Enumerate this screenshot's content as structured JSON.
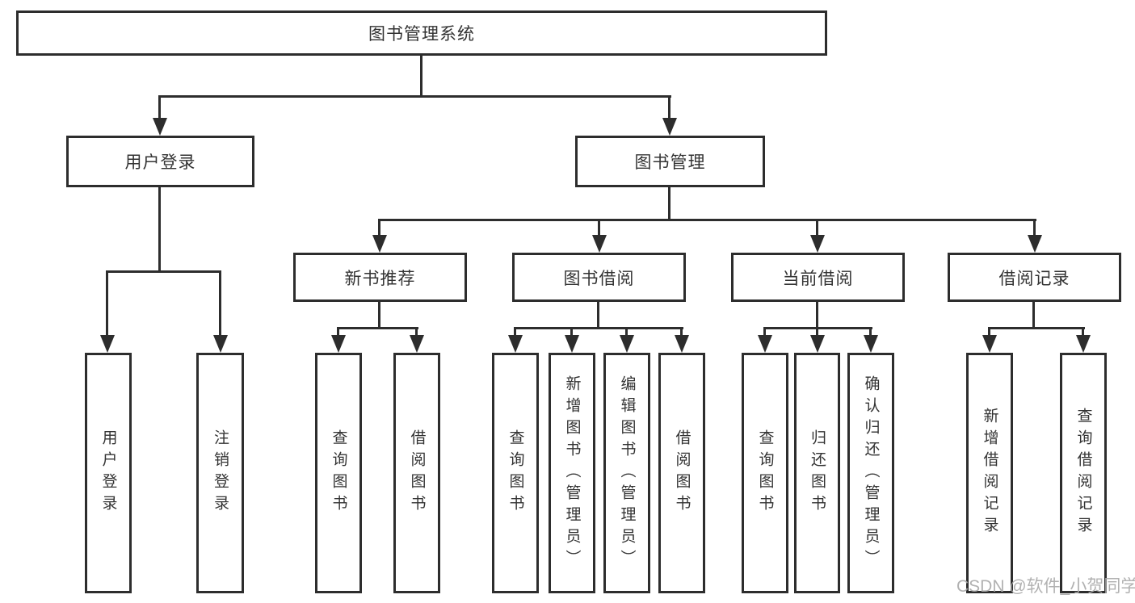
{
  "diagram": {
    "root": {
      "label": "图书管理系统"
    },
    "level2": [
      {
        "label": "用户登录"
      },
      {
        "label": "图书管理"
      }
    ],
    "level3": [
      {
        "label": "新书推荐"
      },
      {
        "label": "图书借阅"
      },
      {
        "label": "当前借阅"
      },
      {
        "label": "借阅记录"
      }
    ],
    "leaves": [
      {
        "label": "用户登录"
      },
      {
        "label": "注销登录"
      },
      {
        "label": "查询图书"
      },
      {
        "label": "借阅图书"
      },
      {
        "label": "查询图书"
      },
      {
        "label": "新增图书（管理员）"
      },
      {
        "label": "编辑图书（管理员）"
      },
      {
        "label": "借阅图书"
      },
      {
        "label": "查询图书"
      },
      {
        "label": "归还图书"
      },
      {
        "label": "确认归还（管理员）"
      },
      {
        "label": "新增借阅记录"
      },
      {
        "label": "查询借阅记录"
      }
    ],
    "watermark": "CSDN @软件_小贺同学",
    "colors": {
      "line": "#2d2d2d",
      "text": "#333333",
      "watermark": "#ababab",
      "background": "#ffffff"
    }
  }
}
